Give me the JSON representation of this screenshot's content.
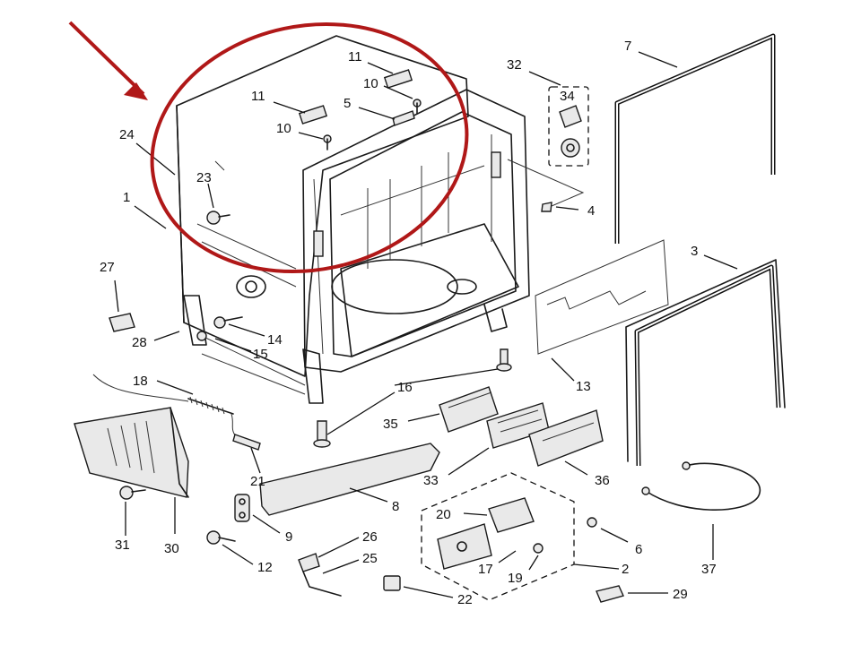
{
  "diagram": {
    "highlight_color": "#b01818",
    "line_color": "#1a1a1a",
    "callouts": {
      "p1": "1",
      "p2": "2",
      "p3": "3",
      "p4": "4",
      "p5": "5",
      "p6": "6",
      "p7": "7",
      "p8": "8",
      "p9": "9",
      "p10a": "10",
      "p10b": "10",
      "p11a": "11",
      "p11b": "11",
      "p12": "12",
      "p13": "13",
      "p14": "14",
      "p15": "15",
      "p16": "16",
      "p17": "17",
      "p18": "18",
      "p19": "19",
      "p20": "20",
      "p21": "21",
      "p22": "22",
      "p23": "23",
      "p24": "24",
      "p25": "25",
      "p26": "26",
      "p27": "27",
      "p28": "28",
      "p29": "29",
      "p30": "30",
      "p31": "31",
      "p32": "32",
      "p33": "33",
      "p34": "34",
      "p35": "35",
      "p36": "36",
      "p37": "37"
    }
  }
}
